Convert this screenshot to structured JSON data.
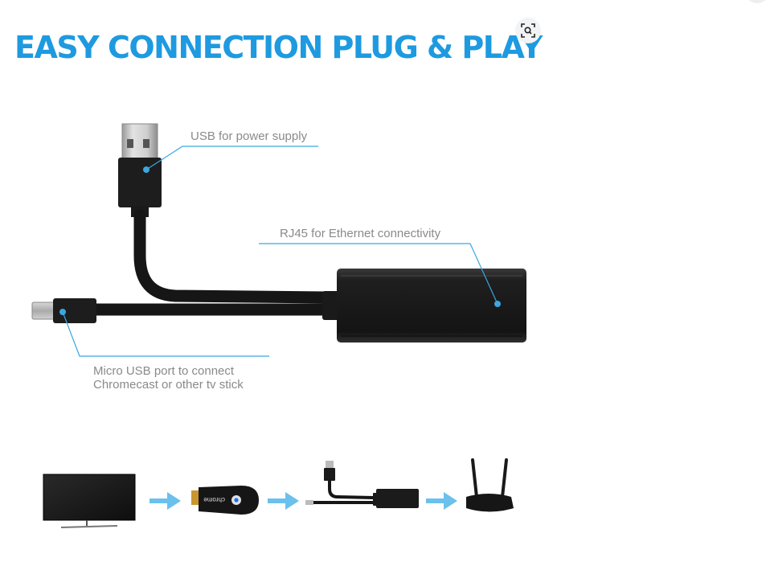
{
  "header": {
    "title": "EASY CONNECTION PLUG & PLAY"
  },
  "toolbar": {
    "lens_icon": "visual-search-icon"
  },
  "callouts": {
    "usb_power": "USB for power supply",
    "rj45": "RJ45 for Ethernet connectivity",
    "micro_usb_line1": "Micro USB port to connect",
    "micro_usb_line2": "Chromecast or other tv stick"
  },
  "flow": {
    "chromecast_brand": "chrome"
  },
  "colors": {
    "accent": "#1e9ae0",
    "callout_line": "#3aa7e0",
    "arrow": "#6cc0ec",
    "device": "#1b1b1b",
    "label_text": "#8a8a8a"
  }
}
